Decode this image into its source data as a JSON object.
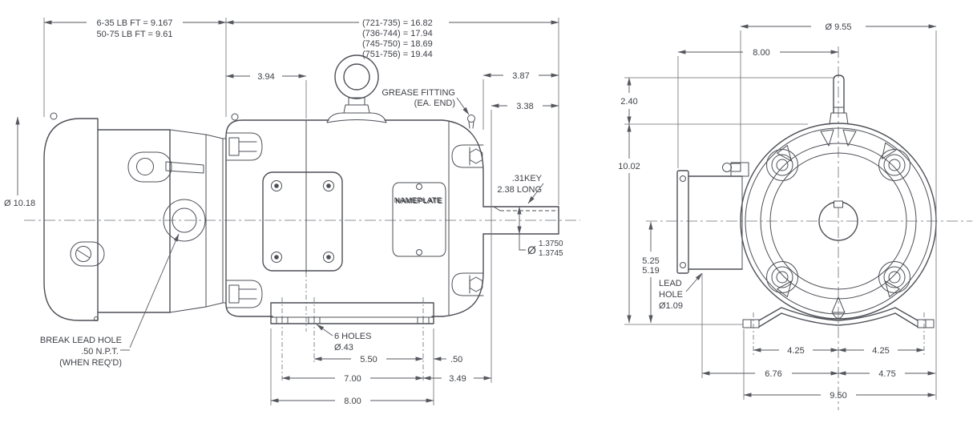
{
  "side": {
    "dim_a1": "6-35 LB FT = 9.167",
    "dim_a2": "50-75 LB FT = 9.61",
    "frame_lengths": [
      "(721-735) = 16.82",
      "(736-744) = 17.94",
      "(745-750) = 18.69",
      "(751-756) = 19.44"
    ],
    "dim_394": "3.94",
    "dim_387": "3.87",
    "dim_338": "3.38",
    "dia_1018": "Ø 10.18",
    "grease_1": "GREASE FITTING",
    "grease_2": "(EA. END)",
    "nameplate": "NAMEPLATE",
    "key_1": ".31KEY",
    "key_2": "2.38 LONG",
    "shaft_sym": "Ø",
    "shaft_1": "1.3750",
    "shaft_2": "1.3745",
    "break_1": "BREAK LEAD HOLE",
    "break_2": ".50 N.P.T.",
    "break_3": "(WHEN REQ'D)",
    "holes_1": "6 HOLES",
    "holes_2": "Ø.43",
    "dim_550": "5.50",
    "dim_50": ".50",
    "dim_700": "7.00",
    "dim_349": "3.49",
    "dim_800": "8.00"
  },
  "end": {
    "dia_955": "Ø 9.55",
    "dim_800": "8.00",
    "dim_240": "2.40",
    "dim_1002": "10.02",
    "dim_525": "5.25",
    "dim_519": "5.19",
    "lead_1": "LEAD",
    "lead_2": "HOLE",
    "lead_3": "Ø1.09",
    "dim_425_left": "4.25",
    "dim_425_right": "4.25",
    "dim_676": "6.76",
    "dim_475": "4.75",
    "dim_950": "9.50"
  }
}
